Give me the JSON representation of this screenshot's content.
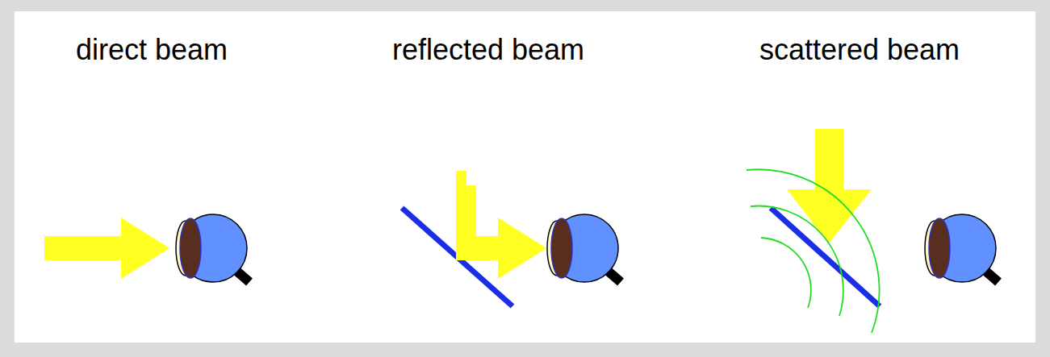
{
  "diagram": {
    "labels": [
      "direct beam",
      "reflected beam",
      "scattered beam"
    ]
  }
}
